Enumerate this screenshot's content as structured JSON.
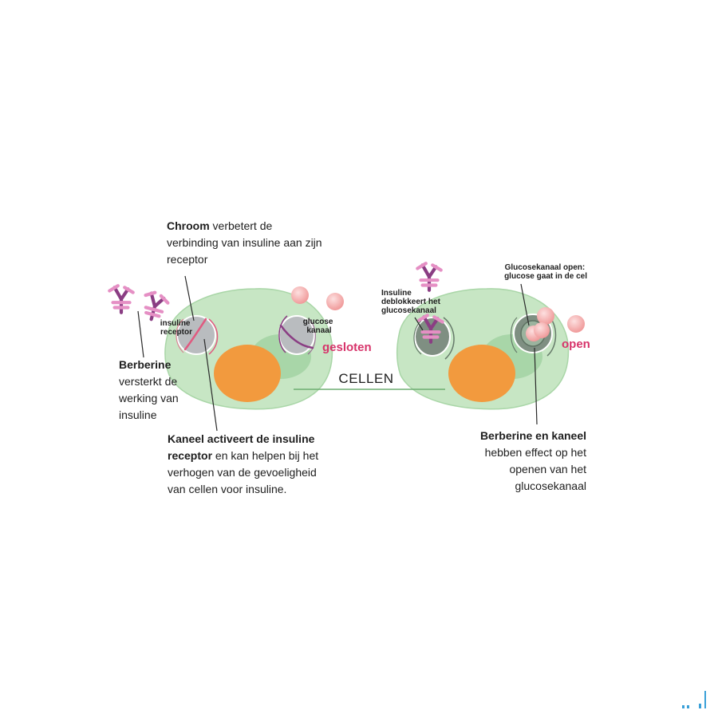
{
  "colors": {
    "cell_fill": "#c7e6c4",
    "cell_shadow": "#9bcf9c",
    "nucleus": "#f29a3e",
    "channel_gray": "#b9bcbf",
    "channel_dark": "#667a6a",
    "insulin_pink": "#e58fc4",
    "insulin_purple": "#8a3d83",
    "glucose": "#f4a3a3",
    "accent_red": "#d7336a",
    "text": "#1e1e1e"
  },
  "cells_label": "CELLEN",
  "left_cell": {
    "receptor_label": [
      "insuline",
      "receptor"
    ],
    "channel_label": [
      "glucose",
      "kanaal"
    ],
    "channel_state": "gesloten"
  },
  "right_cell": {
    "insulin_label": [
      "Insuline",
      "deblokkeert het",
      "glucosekanaal"
    ],
    "channel_label": [
      "Glucosekanaal open:",
      "glucose gaat in de cel"
    ],
    "channel_state": "open"
  },
  "notes": {
    "chroom": {
      "bold": "Chroom",
      "rest": " verbetert de",
      "lines": [
        "verbinding van insuline aan zijn",
        "receptor"
      ]
    },
    "berberine": {
      "bold": "Berberine",
      "lines": [
        "versterkt de",
        "werking van",
        "insuline"
      ]
    },
    "kaneel": {
      "bold1": "Kaneel activeert de insuline",
      "bold2": "receptor",
      "rest2": " en kan helpen bij het",
      "lines": [
        "verhogen van de gevoeligheid",
        "van cellen voor insuline."
      ]
    },
    "berberine_kaneel": {
      "bold": "Berberine en kaneel",
      "lines": [
        "hebben effect op het",
        "openen van het",
        "glucosekanaal"
      ]
    }
  }
}
